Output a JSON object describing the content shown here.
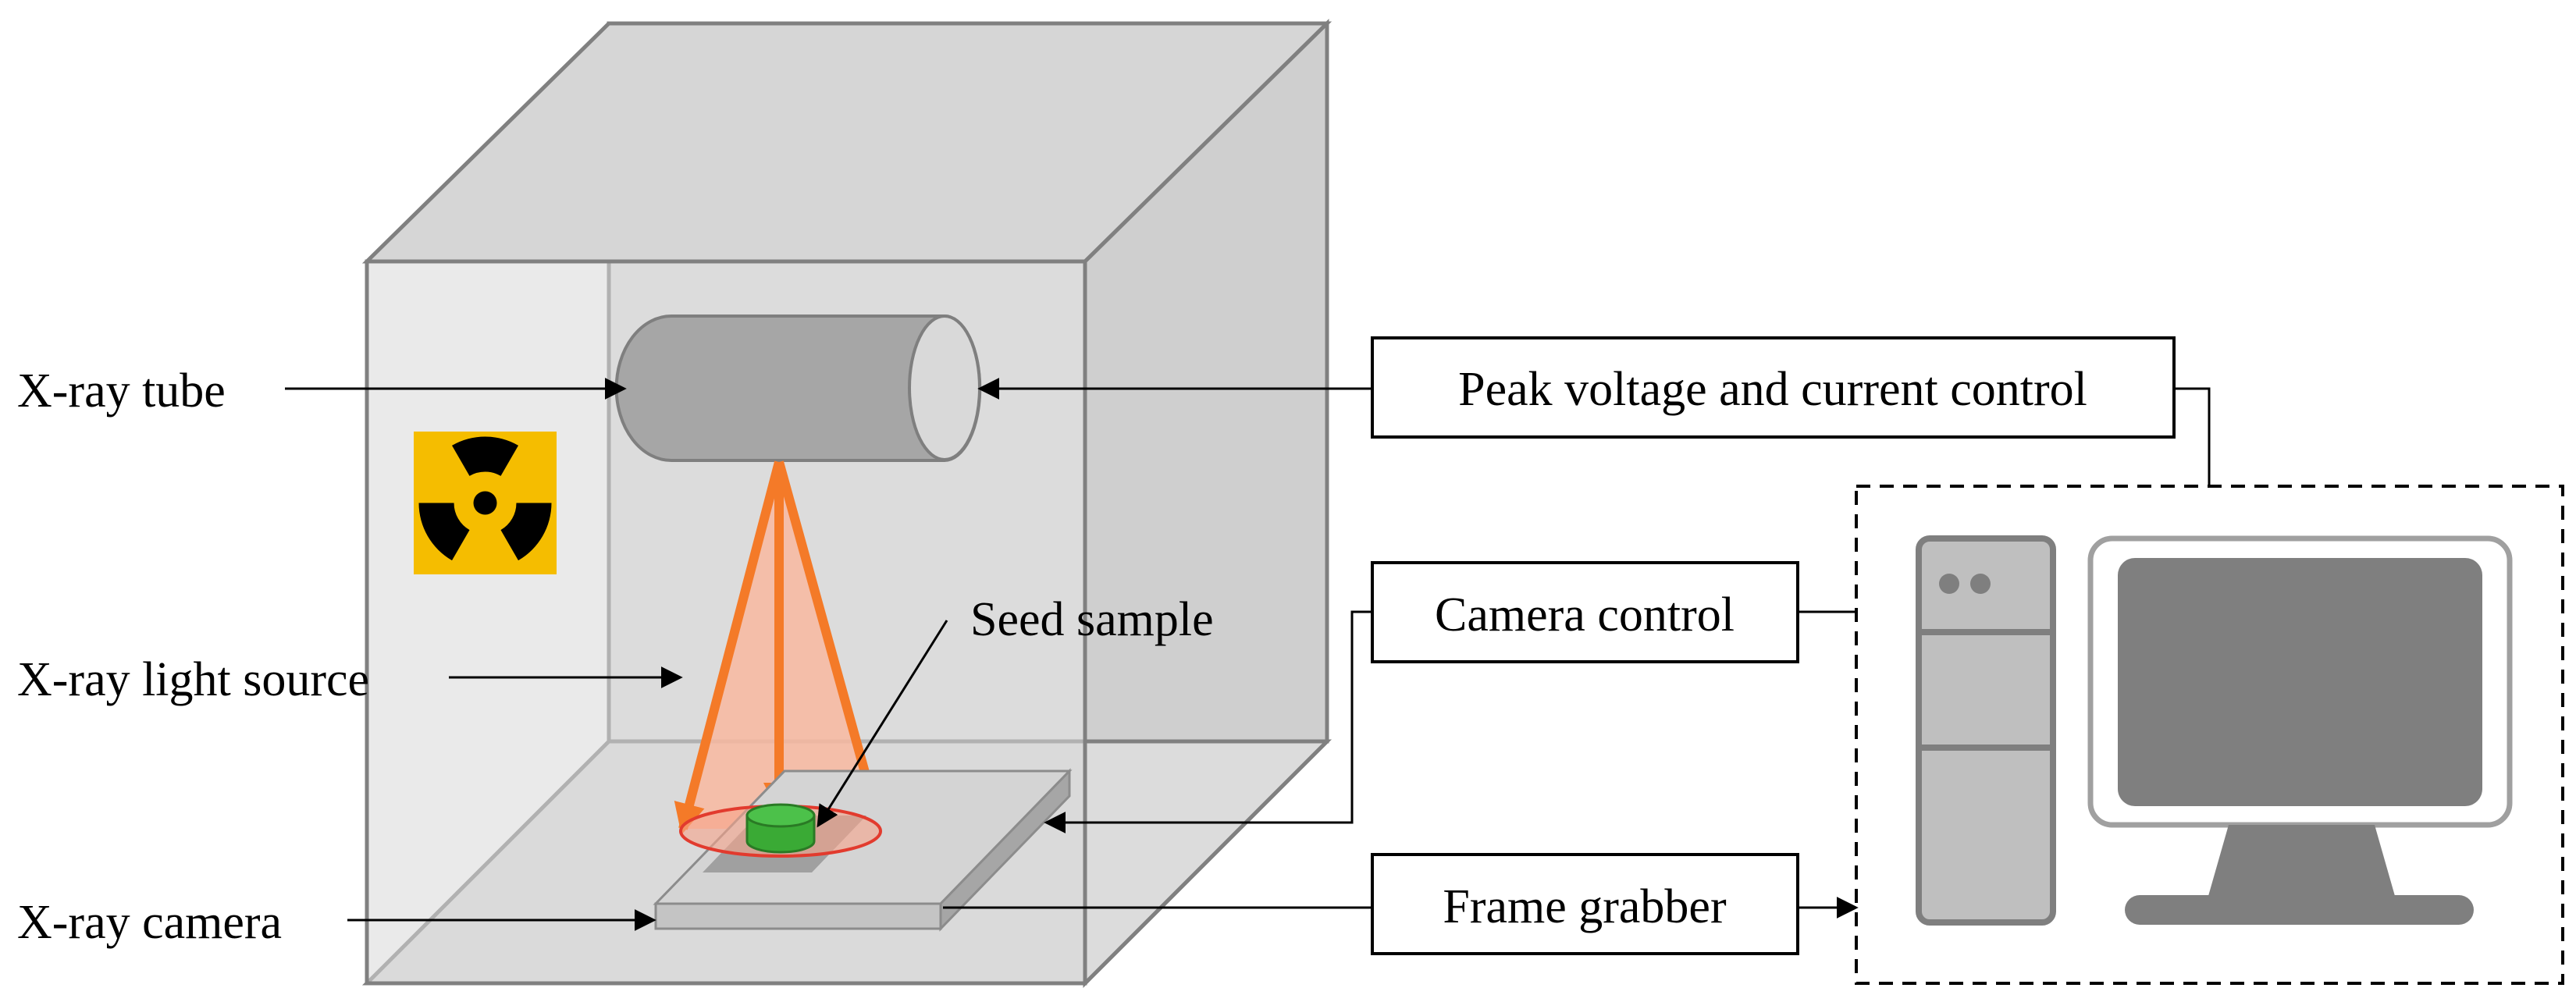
{
  "labels": {
    "xray_tube": "X-ray tube",
    "xray_light_source": "X-ray light source",
    "xray_camera": "X-ray camera",
    "seed_sample": "Seed sample"
  },
  "boxes": {
    "peak_control": "Peak voltage and current control",
    "camera_control": "Camera control",
    "frame_grabber": "Frame grabber"
  },
  "icons": {
    "radiation": "radiation-warning-icon",
    "computer_tower": "computer-tower-icon",
    "monitor": "monitor-icon"
  },
  "colors": {
    "enclosure_fill": "#d9d9d9",
    "enclosure_stroke": "#808080",
    "tube_fill": "#a6a6a6",
    "beam_fill": "#f8b9a0",
    "beam_arrow": "#f47a28",
    "sample_green": "#3aaa35",
    "sample_ring": "#e23b2e",
    "radiation_yellow": "#f5bd00",
    "computer_gray": "#7f7f7f",
    "computer_light": "#bfbfbf"
  }
}
